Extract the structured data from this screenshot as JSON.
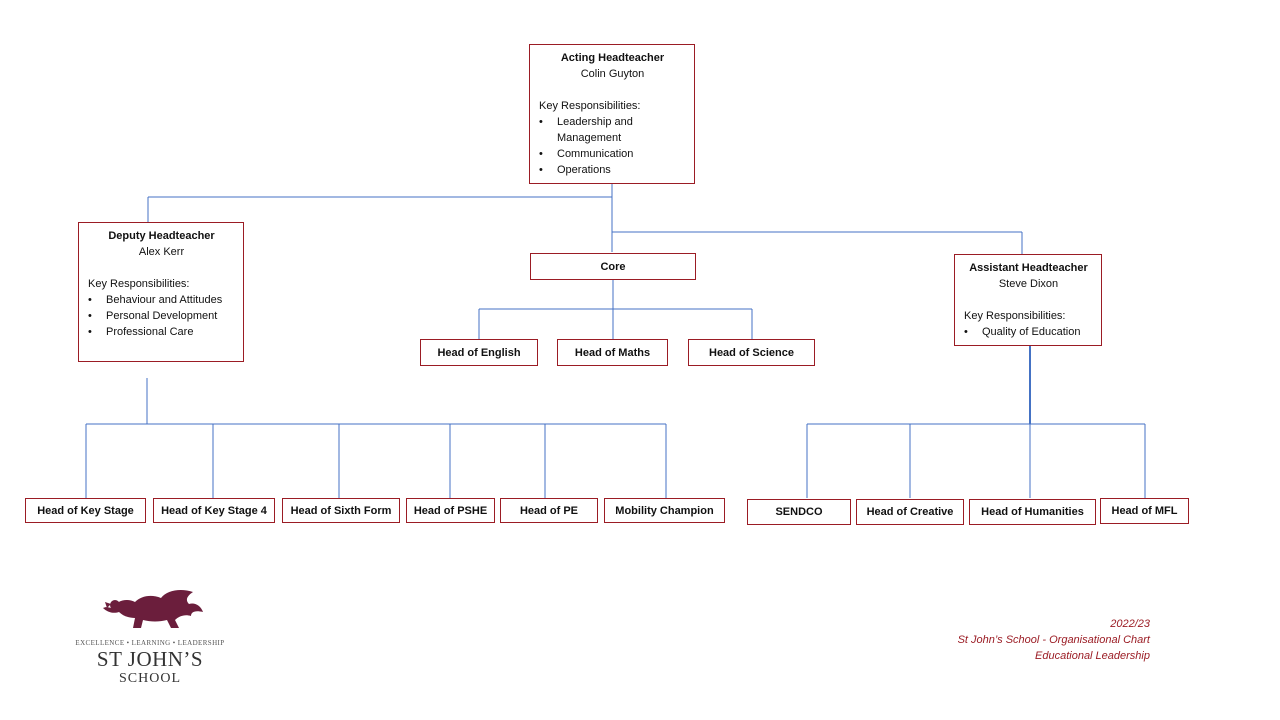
{
  "chart": {
    "head": {
      "title": "Acting Headteacher",
      "name": "Colin Guyton",
      "resp_label": "Key Responsibilities:",
      "items": [
        "Leadership and Management",
        "Communication",
        "Operations"
      ]
    },
    "deputy": {
      "title": "Deputy Headteacher",
      "name": "Alex Kerr",
      "resp_label": "Key Responsibilities:",
      "items": [
        "Behaviour and Attitudes",
        "Personal Development",
        "Professional Care"
      ]
    },
    "assistant": {
      "title": "Assistant Headteacher",
      "name": "Steve  Dixon",
      "resp_label": "Key Responsibilities:",
      "items": [
        "Quality of Education"
      ]
    },
    "core": "Core",
    "core_children": [
      "Head of English",
      "Head of Maths",
      "Head of Science"
    ],
    "deputy_children": [
      "Head of Key Stage",
      "Head of Key Stage 4",
      "Head of Sixth Form",
      "Head of PSHE",
      "Head of PE",
      "Mobility Champion"
    ],
    "assistant_children": [
      "SENDCO",
      "Head of Creative",
      "Head of Humanities",
      "Head of MFL"
    ]
  },
  "logo": {
    "motto": "EXCELLENCE • LEARNING • LEADERSHIP",
    "line1": "ST JOHN’S",
    "line2": "SCHOOL"
  },
  "footer": {
    "year": "2022/23",
    "subtitle": "St John’s School - Organisational Chart",
    "section": "Educational Leadership"
  },
  "colors": {
    "border": "#9b1c24",
    "connector": "#4472c4",
    "logo": "#6b1e3c"
  }
}
